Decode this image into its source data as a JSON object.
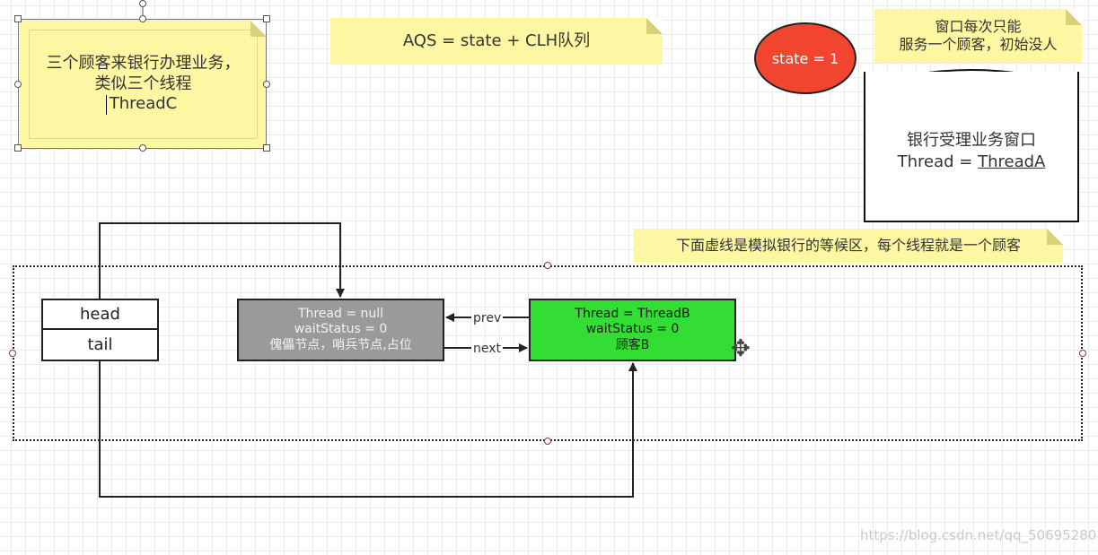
{
  "notes": {
    "threadc": "三个顾客来银行办理业务，\n类似三个线程\nThreadC",
    "aqs": "AQS = state + CLH队列",
    "window_rule": "窗口每次只能\n服务一个顾客，初始没人",
    "waiting_area": "下面虚线是模拟银行的等候区，每个线程就是一个顾客"
  },
  "state": {
    "label": "state = 1",
    "color": "#f14530"
  },
  "bank_window": {
    "title": "银行受理业务窗口",
    "thread_prefix": "Thread = ",
    "thread_value": "ThreadA"
  },
  "queue": {
    "head_label": "head",
    "tail_label": "tail",
    "sentinel": {
      "line1": "Thread = null",
      "line2": "waitStatus = 0",
      "line3": "傀儡节点，哨兵节点,占位",
      "color": "#9a9a9a"
    },
    "node_b": {
      "line1": "Thread = ThreadB",
      "line2": "waitStatus = 0",
      "line3": "顾客B",
      "color": "#33dd33"
    },
    "prev_label": "prev",
    "next_label": "next"
  },
  "watermark": "https://blog.csdn.net/qq_50695280",
  "icons": {
    "move": "move-cursor-icon"
  }
}
